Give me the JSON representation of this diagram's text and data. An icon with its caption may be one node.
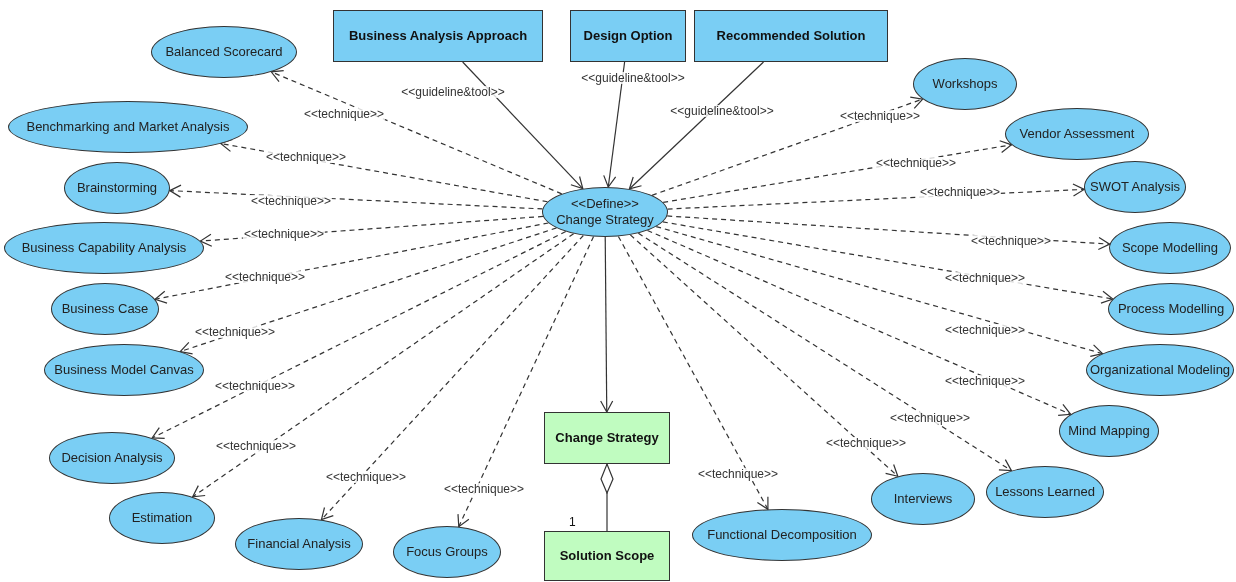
{
  "diagram": {
    "nodes": [
      {
        "text": [
          "Business Analysis Approach"
        ]
      },
      {
        "text": [
          "Design Option"
        ]
      },
      {
        "text": [
          "Recommended Solution"
        ]
      },
      {
        "text": [
          "<<Define>>",
          "Change Strategy"
        ]
      },
      {
        "text": [
          "Balanced Scorecard"
        ]
      },
      {
        "text": [
          "Benchmarking and Market Analysis"
        ]
      },
      {
        "text": [
          "Brainstorming"
        ]
      },
      {
        "text": [
          "Business Capability Analysis"
        ]
      },
      {
        "text": [
          "Business Case"
        ]
      },
      {
        "text": [
          "Business Model Canvas"
        ]
      },
      {
        "text": [
          "Decision Analysis"
        ]
      },
      {
        "text": [
          "Estimation"
        ]
      },
      {
        "text": [
          "Financial Analysis"
        ]
      },
      {
        "text": [
          "Focus Groups"
        ]
      },
      {
        "text": [
          "Functional Decomposition"
        ]
      },
      {
        "text": [
          "Interviews"
        ]
      },
      {
        "text": [
          "Lessons Learned"
        ]
      },
      {
        "text": [
          "Mind Mapping"
        ]
      },
      {
        "text": [
          "Organizational Modeling"
        ]
      },
      {
        "text": [
          "Process Modelling"
        ]
      },
      {
        "text": [
          "Scope Modelling"
        ]
      },
      {
        "text": [
          "SWOT Analysis"
        ]
      },
      {
        "text": [
          "Vendor Assessment"
        ]
      },
      {
        "text": [
          "Workshops"
        ]
      },
      {
        "text": [
          "Change Strategy"
        ]
      },
      {
        "text": [
          "Solution Scope"
        ]
      }
    ],
    "edges": [
      {
        "from": 0,
        "to": 3,
        "arrow": "to",
        "label": "<<guideline&tool>>"
      },
      {
        "from": 1,
        "to": 3,
        "arrow": "to",
        "label": "<<guideline&tool>>"
      },
      {
        "from": 2,
        "to": 3,
        "arrow": "to",
        "label": "<<guideline&tool>>"
      },
      {
        "from": 3,
        "to": 4,
        "arrow": "to",
        "label": "<<technique>>",
        "style": "dashed"
      },
      {
        "from": 3,
        "to": 5,
        "arrow": "to",
        "label": "<<technique>>",
        "style": "dashed"
      },
      {
        "from": 3,
        "to": 6,
        "arrow": "to",
        "label": "<<technique>>",
        "style": "dashed"
      },
      {
        "from": 3,
        "to": 7,
        "arrow": "to",
        "label": "<<technique>>",
        "style": "dashed"
      },
      {
        "from": 3,
        "to": 8,
        "arrow": "to",
        "label": "<<technique>>",
        "style": "dashed"
      },
      {
        "from": 3,
        "to": 9,
        "arrow": "to",
        "label": "<<technique>>",
        "style": "dashed"
      },
      {
        "from": 3,
        "to": 10,
        "arrow": "to",
        "label": "<<technique>>",
        "style": "dashed"
      },
      {
        "from": 3,
        "to": 11,
        "arrow": "to",
        "label": "<<technique>>",
        "style": "dashed"
      },
      {
        "from": 3,
        "to": 12,
        "arrow": "to",
        "label": "<<technique>>",
        "style": "dashed"
      },
      {
        "from": 3,
        "to": 13,
        "arrow": "to",
        "label": "<<technique>>",
        "style": "dashed"
      },
      {
        "from": 3,
        "to": 14,
        "arrow": "to",
        "label": "<<technique>>",
        "style": "dashed"
      },
      {
        "from": 3,
        "to": 15,
        "arrow": "to",
        "label": "<<technique>>",
        "style": "dashed"
      },
      {
        "from": 3,
        "to": 16,
        "arrow": "to",
        "label": "<<technique>>",
        "style": "dashed"
      },
      {
        "from": 3,
        "to": 17,
        "arrow": "to",
        "label": "<<technique>>",
        "style": "dashed"
      },
      {
        "from": 3,
        "to": 18,
        "arrow": "to",
        "label": "<<technique>>",
        "style": "dashed"
      },
      {
        "from": 3,
        "to": 19,
        "arrow": "to",
        "label": "<<technique>>",
        "style": "dashed"
      },
      {
        "from": 3,
        "to": 20,
        "arrow": "to",
        "label": "<<technique>>",
        "style": "dashed"
      },
      {
        "from": 3,
        "to": 21,
        "arrow": "to",
        "label": "<<technique>>",
        "style": "dashed"
      },
      {
        "from": 3,
        "to": 22,
        "arrow": "to",
        "label": "<<technique>>",
        "style": "dashed"
      },
      {
        "from": 3,
        "to": 23,
        "arrow": "to",
        "label": "<<technique>>",
        "style": "dashed"
      },
      {
        "from": 3,
        "to": 24,
        "arrow": "to"
      },
      {
        "from": 25,
        "to": 24,
        "arrow": "other"
      }
    ],
    "labels": [
      "1"
    ]
  }
}
